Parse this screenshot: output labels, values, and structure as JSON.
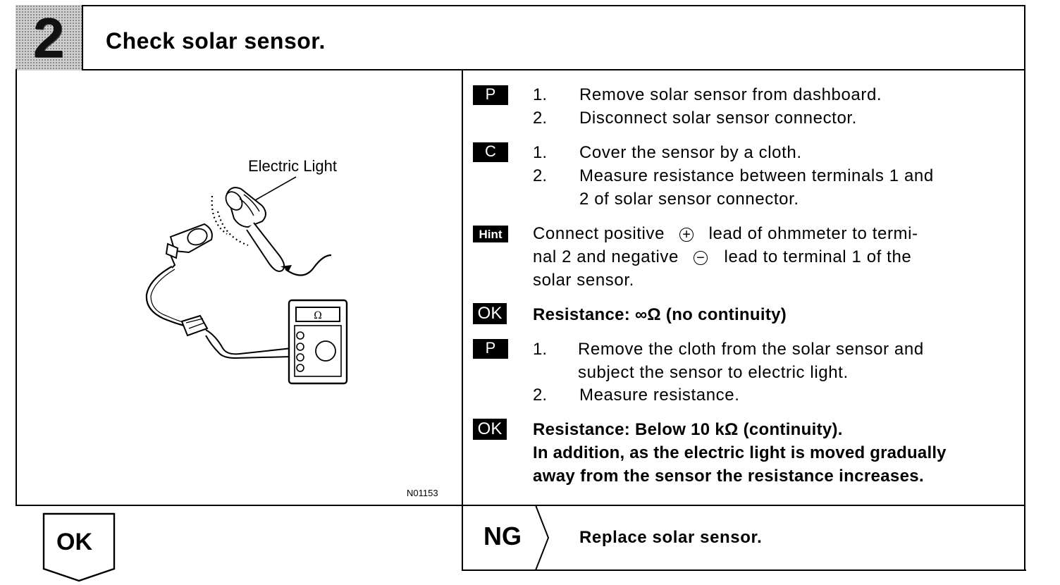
{
  "header": {
    "step_number": "2",
    "title": "Check solar sensor."
  },
  "illustration": {
    "light_label": "Electric Light",
    "meter_symbol": "Ω",
    "code": "N01153"
  },
  "instructions": {
    "p1": {
      "badge": "P",
      "items": [
        {
          "num": "1.",
          "text": "Remove solar sensor from dashboard."
        },
        {
          "num": "2.",
          "text": "Disconnect solar sensor connector."
        }
      ]
    },
    "c": {
      "badge": "C",
      "items": [
        {
          "num": "1.",
          "text": "Cover the sensor by a cloth."
        },
        {
          "num": "2.",
          "text": "Measure resistance between terminals 1 and",
          "cont": "2 of solar sensor connector."
        }
      ]
    },
    "hint": {
      "badge": "Hint",
      "line1_a": "Connect positive",
      "plus": "+",
      "line1_b": "lead of ohmmeter to termi-",
      "line2_a": "nal 2 and negative",
      "minus": "−",
      "line2_b": "lead to terminal 1 of the",
      "line3": "solar sensor."
    },
    "ok1": {
      "badge": "OK",
      "text": "Resistance: ∞Ω (no continuity)"
    },
    "p2": {
      "badge": "P",
      "items": [
        {
          "num": "1.",
          "text": "Remove the cloth from the solar sensor and",
          "cont": "subject the sensor to electric light."
        },
        {
          "num": "2.",
          "text": "Measure resistance."
        }
      ]
    },
    "ok2": {
      "badge": "OK",
      "line1": "Resistance: Below 10 kΩ (continuity).",
      "line2": "In addition, as the electric light is moved gradually",
      "line3": "away from the sensor the resistance increases."
    }
  },
  "result": {
    "ok_label": "OK",
    "ng_label": "NG",
    "ng_action": "Replace solar sensor."
  }
}
